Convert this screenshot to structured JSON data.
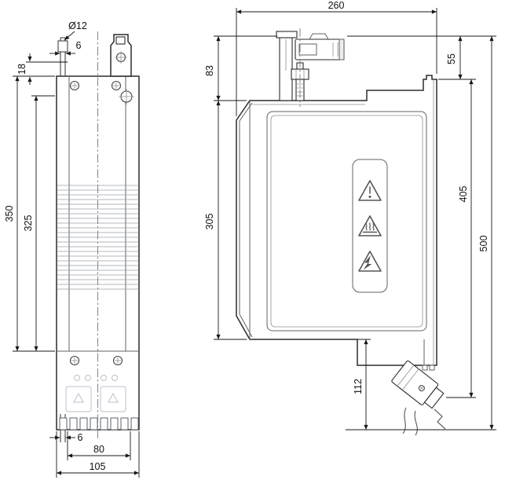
{
  "front": {
    "dims": {
      "stud_dia": "Ø12",
      "stud_w_top": "6",
      "top_offset": "18",
      "overall_h": "350",
      "inner_h": "325",
      "stud_w_bottom": "6",
      "slot_spacing": "80",
      "overall_w": "105"
    }
  },
  "side": {
    "dims": {
      "depth": "260",
      "top_section": "83",
      "tab_offset": "55",
      "body_h": "305",
      "mount_h": "405",
      "overall_h": "500",
      "bottom_section": "112"
    },
    "label": {
      "symbols": [
        "warning-exclamation",
        "hot-surface",
        "electric-shock"
      ]
    }
  },
  "colors": {
    "outline": "#2b2b2b",
    "detail": "#5d6369",
    "faint": "#b9c2cb",
    "dimension": "#14181c"
  }
}
